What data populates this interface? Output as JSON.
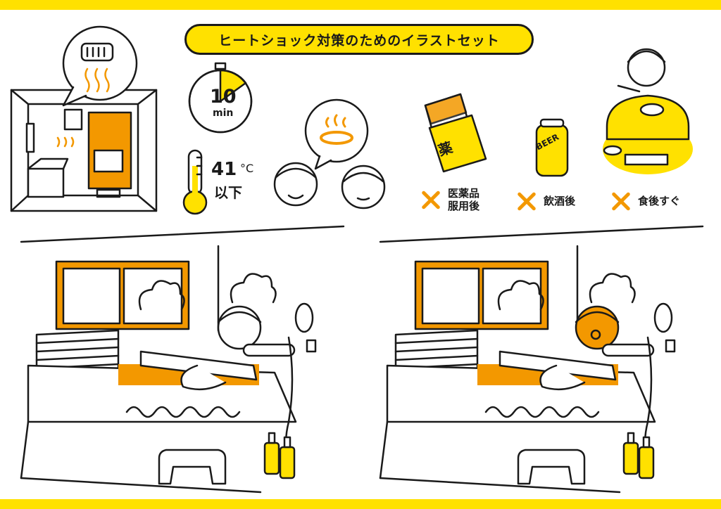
{
  "title": "ヒートショック対策のためのイラストセット",
  "timer": {
    "number": "10",
    "unit": "min",
    "elapsed_fraction": 0.17
  },
  "thermometer": {
    "value": "41",
    "unit": "°C",
    "sub": "以下"
  },
  "medicine_label": "薬",
  "beer_label": "BEER",
  "warnings": [
    {
      "text": "医薬品服用後"
    },
    {
      "text": "飲酒後"
    },
    {
      "text": "食後すぐ"
    }
  ],
  "colors": {
    "accent_yellow": "#ffe100",
    "accent_orange": "#f39800",
    "line": "#1a1a1a"
  }
}
